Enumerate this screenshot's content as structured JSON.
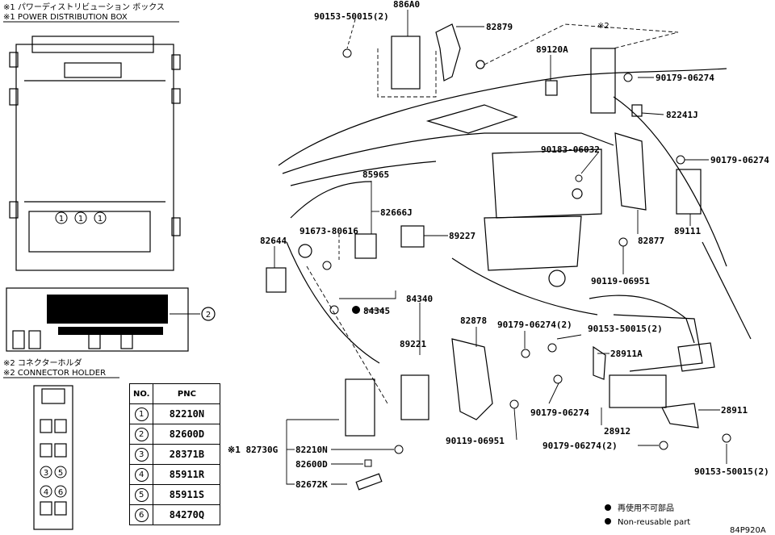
{
  "header1": {
    "jp": "※1 パワーディストリビューション ボックス",
    "en": "※1 POWER DISTRIBUTION BOX"
  },
  "header2": {
    "jp": "※2 コネクターホルダ",
    "en": "※2 CONNECTOR HOLDER"
  },
  "pdb_fuse_marks": [
    "1",
    "1",
    "1"
  ],
  "pdb_callout": "2",
  "holder_marks": [
    "3",
    "5",
    "4",
    "6"
  ],
  "table": {
    "col_no": "NO.",
    "col_pnc": "PNC",
    "rows": [
      {
        "no": "1",
        "pnc": "82210N"
      },
      {
        "no": "2",
        "pnc": "82600D"
      },
      {
        "no": "3",
        "pnc": "28371B"
      },
      {
        "no": "4",
        "pnc": "85911R"
      },
      {
        "no": "5",
        "pnc": "85911S"
      },
      {
        "no": "6",
        "pnc": "84270Q"
      }
    ]
  },
  "labels": {
    "l_886A0": "886A0",
    "l_90153_top": "90153-50015(2)",
    "l_82879": "82879",
    "l_89120A": "89120A",
    "l_note2": "※2",
    "l_90179_a": "90179-06274",
    "l_82241J": "82241J",
    "l_90183": "90183-06032",
    "l_90179_b": "90179-06274",
    "l_85965": "85965",
    "l_82666J": "82666J",
    "l_91673": "91673-80616",
    "l_89227": "89227",
    "l_82644": "82644",
    "l_82877": "82877",
    "l_89111": "89111",
    "l_90119_a": "90119-06951",
    "l_84345": "84345",
    "l_84340": "84340",
    "l_82878": "82878",
    "l_90179_c": "90179-06274(2)",
    "l_90153_mid": "90153-50015(2)",
    "l_28911A": "28911A",
    "l_89221": "89221",
    "l_90179_d": "90179-06274",
    "l_28911": "28911",
    "l_28912": "28912",
    "l_90119_b": "90119-06951",
    "l_90179_e": "90179-06274(2)",
    "l_90153_bot": "90153-50015(2)",
    "l_82730G": "※1 82730G",
    "l_82210N": "82210N",
    "l_82600D": "82600D",
    "l_82672K": "82672K"
  },
  "legend": {
    "jp": "再使用不可部品",
    "en": "Non-reusable part"
  },
  "figure_id": "84P920A"
}
